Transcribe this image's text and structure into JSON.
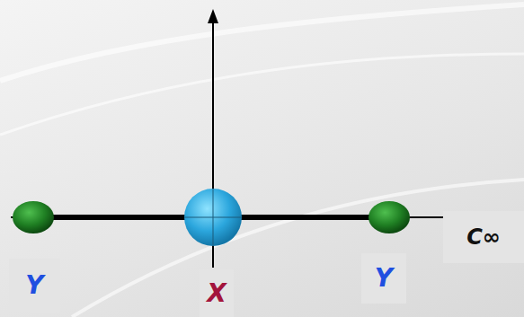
{
  "diagram": {
    "nodes": [
      {
        "text": [
          "Y"
        ]
      },
      {
        "text": [
          "X"
        ]
      },
      {
        "text": [
          "Y"
        ]
      },
      {
        "text": [
          "C∞"
        ]
      }
    ]
  }
}
